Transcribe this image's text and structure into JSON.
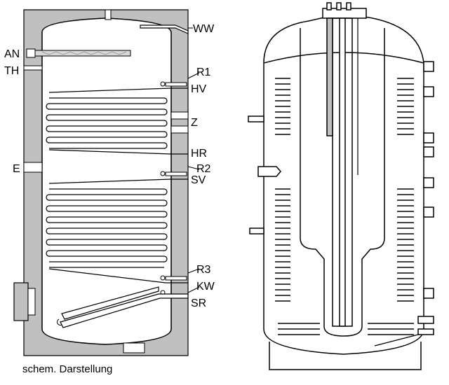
{
  "left_diagram": {
    "labels": {
      "ww": "WW",
      "an": "AN",
      "th": "TH",
      "r1": "R1",
      "hv": "HV",
      "z": "Z",
      "hr": "HR",
      "e": "E",
      "r2": "R2",
      "sv": "SV",
      "r3": "R3",
      "kw": "KW",
      "sr": "SR"
    },
    "caption": "schem. Darstellung"
  },
  "colors": {
    "insulation": "#c0c0c0",
    "line": "#000000",
    "background": "#ffffff"
  }
}
